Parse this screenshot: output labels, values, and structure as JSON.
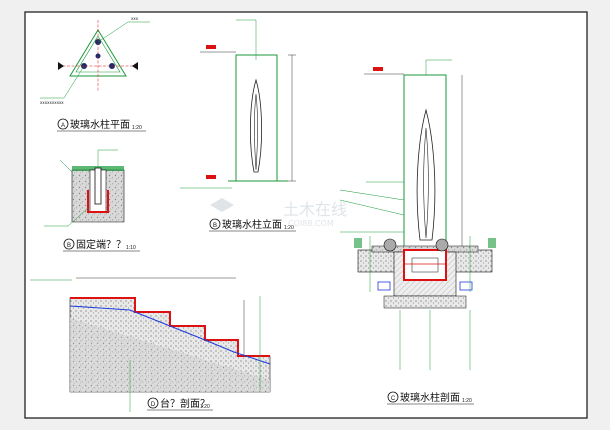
{
  "titles": {
    "plan": "玻璃水柱平面",
    "plan_scale": "1:20",
    "fix": "固定端？？",
    "fix_scale": "1:10",
    "elev": "玻璃水柱立面",
    "elev_scale": "1:20",
    "step": "台？剖面？",
    "step_scale": "1:20",
    "section": "玻璃水柱剖面",
    "section_scale": "1:20"
  },
  "markers": {
    "plan": "A",
    "fix": "B",
    "elev": "B",
    "step": "D",
    "section": "C"
  },
  "watermark": {
    "cn": "土木在线",
    "en": "COI88.COM"
  },
  "icons": [
    "leader-arrow-icon",
    "section-marker-icon",
    "watermark-logo-icon"
  ]
}
